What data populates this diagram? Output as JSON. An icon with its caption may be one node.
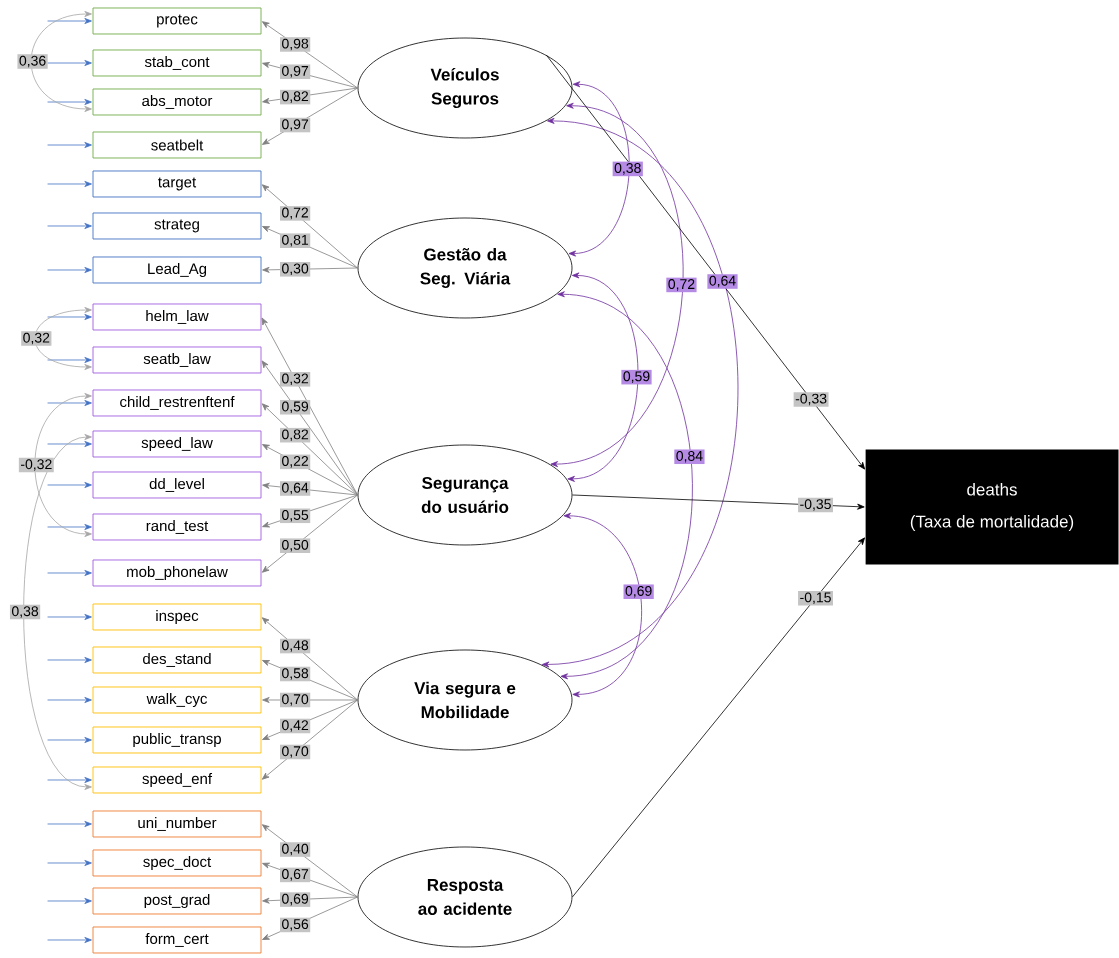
{
  "diagram": {
    "nodes": [
      {
        "text": [
          "protec"
        ]
      },
      {
        "text": [
          "stab_cont"
        ]
      },
      {
        "text": [
          "abs_motor"
        ]
      },
      {
        "text": [
          "seatbelt"
        ]
      },
      {
        "text": [
          "target"
        ]
      },
      {
        "text": [
          "strateg"
        ]
      },
      {
        "text": [
          "Lead_Ag"
        ]
      },
      {
        "text": [
          "helm_law"
        ]
      },
      {
        "text": [
          "seatb_law"
        ]
      },
      {
        "text": [
          "child_restrenftenf"
        ]
      },
      {
        "text": [
          "speed_law"
        ]
      },
      {
        "text": [
          "dd_level"
        ]
      },
      {
        "text": [
          "rand_test"
        ]
      },
      {
        "text": [
          "mob_phonelaw"
        ]
      },
      {
        "text": [
          "inspec"
        ]
      },
      {
        "text": [
          "des_stand"
        ]
      },
      {
        "text": [
          "walk_cyc"
        ]
      },
      {
        "text": [
          "public_transp"
        ]
      },
      {
        "text": [
          "speed_enf"
        ]
      },
      {
        "text": [
          "uni_number"
        ]
      },
      {
        "text": [
          "spec_doct"
        ]
      },
      {
        "text": [
          "post_grad"
        ]
      },
      {
        "text": [
          "form_cert"
        ]
      },
      {
        "text": [
          "Veículos Seguros"
        ]
      },
      {
        "text": [
          "Gestão da Seg. Viária"
        ]
      },
      {
        "text": [
          "Segurança do usuário"
        ]
      },
      {
        "text": [
          "Via segura e Mobilidade"
        ]
      },
      {
        "text": [
          "Resposta ao acidente"
        ]
      },
      {
        "text": [
          "deaths",
          "(Taxa de mortalidade)"
        ]
      }
    ],
    "edges": [
      {
        "from": null,
        "to": 0,
        "arrow": "to",
        "color": "#4472c4"
      },
      {
        "from": null,
        "to": 1,
        "arrow": "to",
        "color": "#4472c4"
      },
      {
        "from": null,
        "to": 2,
        "arrow": "to",
        "color": "#4472c4"
      },
      {
        "from": null,
        "to": 3,
        "arrow": "to",
        "color": "#4472c4"
      },
      {
        "from": null,
        "to": 4,
        "arrow": "to",
        "color": "#4472c4"
      },
      {
        "from": null,
        "to": 5,
        "arrow": "to",
        "color": "#4472c4"
      },
      {
        "from": null,
        "to": 6,
        "arrow": "to",
        "color": "#4472c4"
      },
      {
        "from": null,
        "to": 7,
        "arrow": "to",
        "color": "#4472c4"
      },
      {
        "from": null,
        "to": 8,
        "arrow": "to",
        "color": "#4472c4"
      },
      {
        "from": null,
        "to": 9,
        "arrow": "to",
        "color": "#4472c4"
      },
      {
        "from": null,
        "to": 10,
        "arrow": "to",
        "color": "#4472c4"
      },
      {
        "from": null,
        "to": 11,
        "arrow": "to",
        "color": "#4472c4"
      },
      {
        "from": null,
        "to": 12,
        "arrow": "to",
        "color": "#4472c4"
      },
      {
        "from": null,
        "to": 13,
        "arrow": "to",
        "color": "#4472c4"
      },
      {
        "from": null,
        "to": 14,
        "arrow": "to",
        "color": "#4472c4"
      },
      {
        "from": null,
        "to": 15,
        "arrow": "to",
        "color": "#4472c4"
      },
      {
        "from": null,
        "to": 16,
        "arrow": "to",
        "color": "#4472c4"
      },
      {
        "from": null,
        "to": 17,
        "arrow": "to",
        "color": "#4472c4"
      },
      {
        "from": null,
        "to": 18,
        "arrow": "to",
        "color": "#4472c4"
      },
      {
        "from": null,
        "to": 19,
        "arrow": "to",
        "color": "#4472c4"
      },
      {
        "from": null,
        "to": 20,
        "arrow": "to",
        "color": "#4472c4"
      },
      {
        "from": null,
        "to": 21,
        "arrow": "to",
        "color": "#4472c4"
      },
      {
        "from": null,
        "to": 22,
        "arrow": "to",
        "color": "#4472c4"
      },
      {
        "from": 23,
        "to": 0,
        "arrow": "to",
        "label": "0,98",
        "color": "#808080"
      },
      {
        "from": 23,
        "to": 1,
        "arrow": "to",
        "label": "0,97",
        "color": "#808080"
      },
      {
        "from": 23,
        "to": 2,
        "arrow": "to",
        "label": "0,82",
        "color": "#808080"
      },
      {
        "from": 23,
        "to": 3,
        "arrow": "to",
        "label": "0,97",
        "color": "#808080"
      },
      {
        "from": 24,
        "to": 4,
        "arrow": "to",
        "label": "0,72",
        "color": "#808080"
      },
      {
        "from": 24,
        "to": 5,
        "arrow": "to",
        "label": "0,81",
        "color": "#808080"
      },
      {
        "from": 24,
        "to": 6,
        "arrow": "to",
        "label": "0,30",
        "color": "#808080"
      },
      {
        "from": 25,
        "to": 7,
        "arrow": "to",
        "label": "0,32",
        "color": "#808080"
      },
      {
        "from": 25,
        "to": 8,
        "arrow": "to",
        "label": "0,59",
        "color": "#808080"
      },
      {
        "from": 25,
        "to": 9,
        "arrow": "to",
        "label": "0,82",
        "color": "#808080"
      },
      {
        "from": 25,
        "to": 10,
        "arrow": "to",
        "label": "0,22",
        "color": "#808080"
      },
      {
        "from": 25,
        "to": 11,
        "arrow": "to",
        "label": "0,64",
        "color": "#808080"
      },
      {
        "from": 25,
        "to": 12,
        "arrow": "to",
        "label": "0,55",
        "color": "#808080"
      },
      {
        "from": 25,
        "to": 13,
        "arrow": "to",
        "label": "0,50",
        "color": "#808080"
      },
      {
        "from": 26,
        "to": 14,
        "arrow": "to",
        "label": "0,48",
        "color": "#808080"
      },
      {
        "from": 26,
        "to": 15,
        "arrow": "to",
        "label": "0,58",
        "color": "#808080"
      },
      {
        "from": 26,
        "to": 16,
        "arrow": "to",
        "label": "0,70",
        "color": "#808080"
      },
      {
        "from": 26,
        "to": 17,
        "arrow": "to",
        "label": "0,42",
        "color": "#808080"
      },
      {
        "from": 26,
        "to": 18,
        "arrow": "to",
        "label": "0,70",
        "color": "#808080"
      },
      {
        "from": 27,
        "to": 19,
        "arrow": "to",
        "label": "0,40",
        "color": "#808080"
      },
      {
        "from": 27,
        "to": 20,
        "arrow": "to",
        "label": "0,67",
        "color": "#808080"
      },
      {
        "from": 27,
        "to": 21,
        "arrow": "to",
        "label": "0,69",
        "color": "#808080"
      },
      {
        "from": 27,
        "to": 22,
        "arrow": "to",
        "label": "0,56",
        "color": "#808080"
      },
      {
        "from": 0,
        "to": 2,
        "arrow": "both",
        "label": "0,36",
        "color": "#a6a6a6"
      },
      {
        "from": 7,
        "to": 8,
        "arrow": "both",
        "label": "0,32",
        "color": "#a6a6a6"
      },
      {
        "from": 9,
        "to": 12,
        "arrow": "both",
        "label": "-0,32",
        "color": "#a6a6a6"
      },
      {
        "from": 10,
        "to": 18,
        "arrow": "both",
        "label": "0,38",
        "color": "#a6a6a6"
      },
      {
        "from": 23,
        "to": 24,
        "arrow": "both",
        "label": "0,38",
        "color": "#7030a0"
      },
      {
        "from": 23,
        "to": 25,
        "arrow": "both",
        "label": "0,72",
        "color": "#7030a0"
      },
      {
        "from": 23,
        "to": 26,
        "arrow": "both",
        "label": "0,64",
        "color": "#7030a0"
      },
      {
        "from": 24,
        "to": 25,
        "arrow": "both",
        "label": "0,59",
        "color": "#7030a0"
      },
      {
        "from": 24,
        "to": 26,
        "arrow": "both",
        "label": "0,84",
        "color": "#7030a0"
      },
      {
        "from": 25,
        "to": 26,
        "arrow": "both",
        "label": "0,69",
        "color": "#7030a0"
      },
      {
        "from": 23,
        "to": 28,
        "arrow": "to",
        "label": "-0,33",
        "color": "#000000"
      },
      {
        "from": 25,
        "to": 28,
        "arrow": "to",
        "label": "-0,35",
        "color": "#000000"
      },
      {
        "from": 27,
        "to": 28,
        "arrow": "to",
        "label": "-0,15",
        "color": "#000000"
      }
    ]
  }
}
